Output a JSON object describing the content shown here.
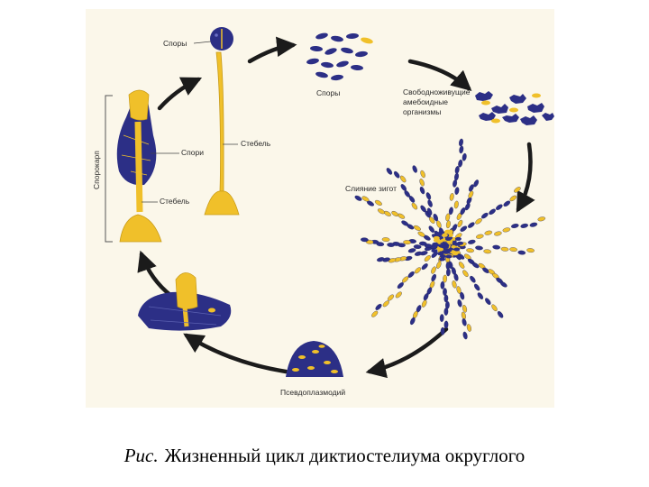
{
  "labels": {
    "spores_top": "Споры",
    "spores_cluster": "Споры",
    "amoebae_line1": "Свободноживущие",
    "amoebae_line2": "амебоидные",
    "amoebae_line3": "организмы",
    "stalk_right": "Стебель",
    "spores_left": "Спори",
    "stalk_left": "Стебель",
    "sorocarp": "Спорокарп",
    "zygote_fusion": "Слияние зигот",
    "pseudoplasmodium": "Псевдоплазмодий"
  },
  "caption": {
    "prefix": "Рис.",
    "text": "Жизненный цикл диктиостелиума округлого"
  },
  "colors": {
    "panel_bg": "#fbf7ea",
    "yellow": "#f0c02a",
    "blue": "#2c2f86",
    "arrow": "#1b1b1b"
  }
}
